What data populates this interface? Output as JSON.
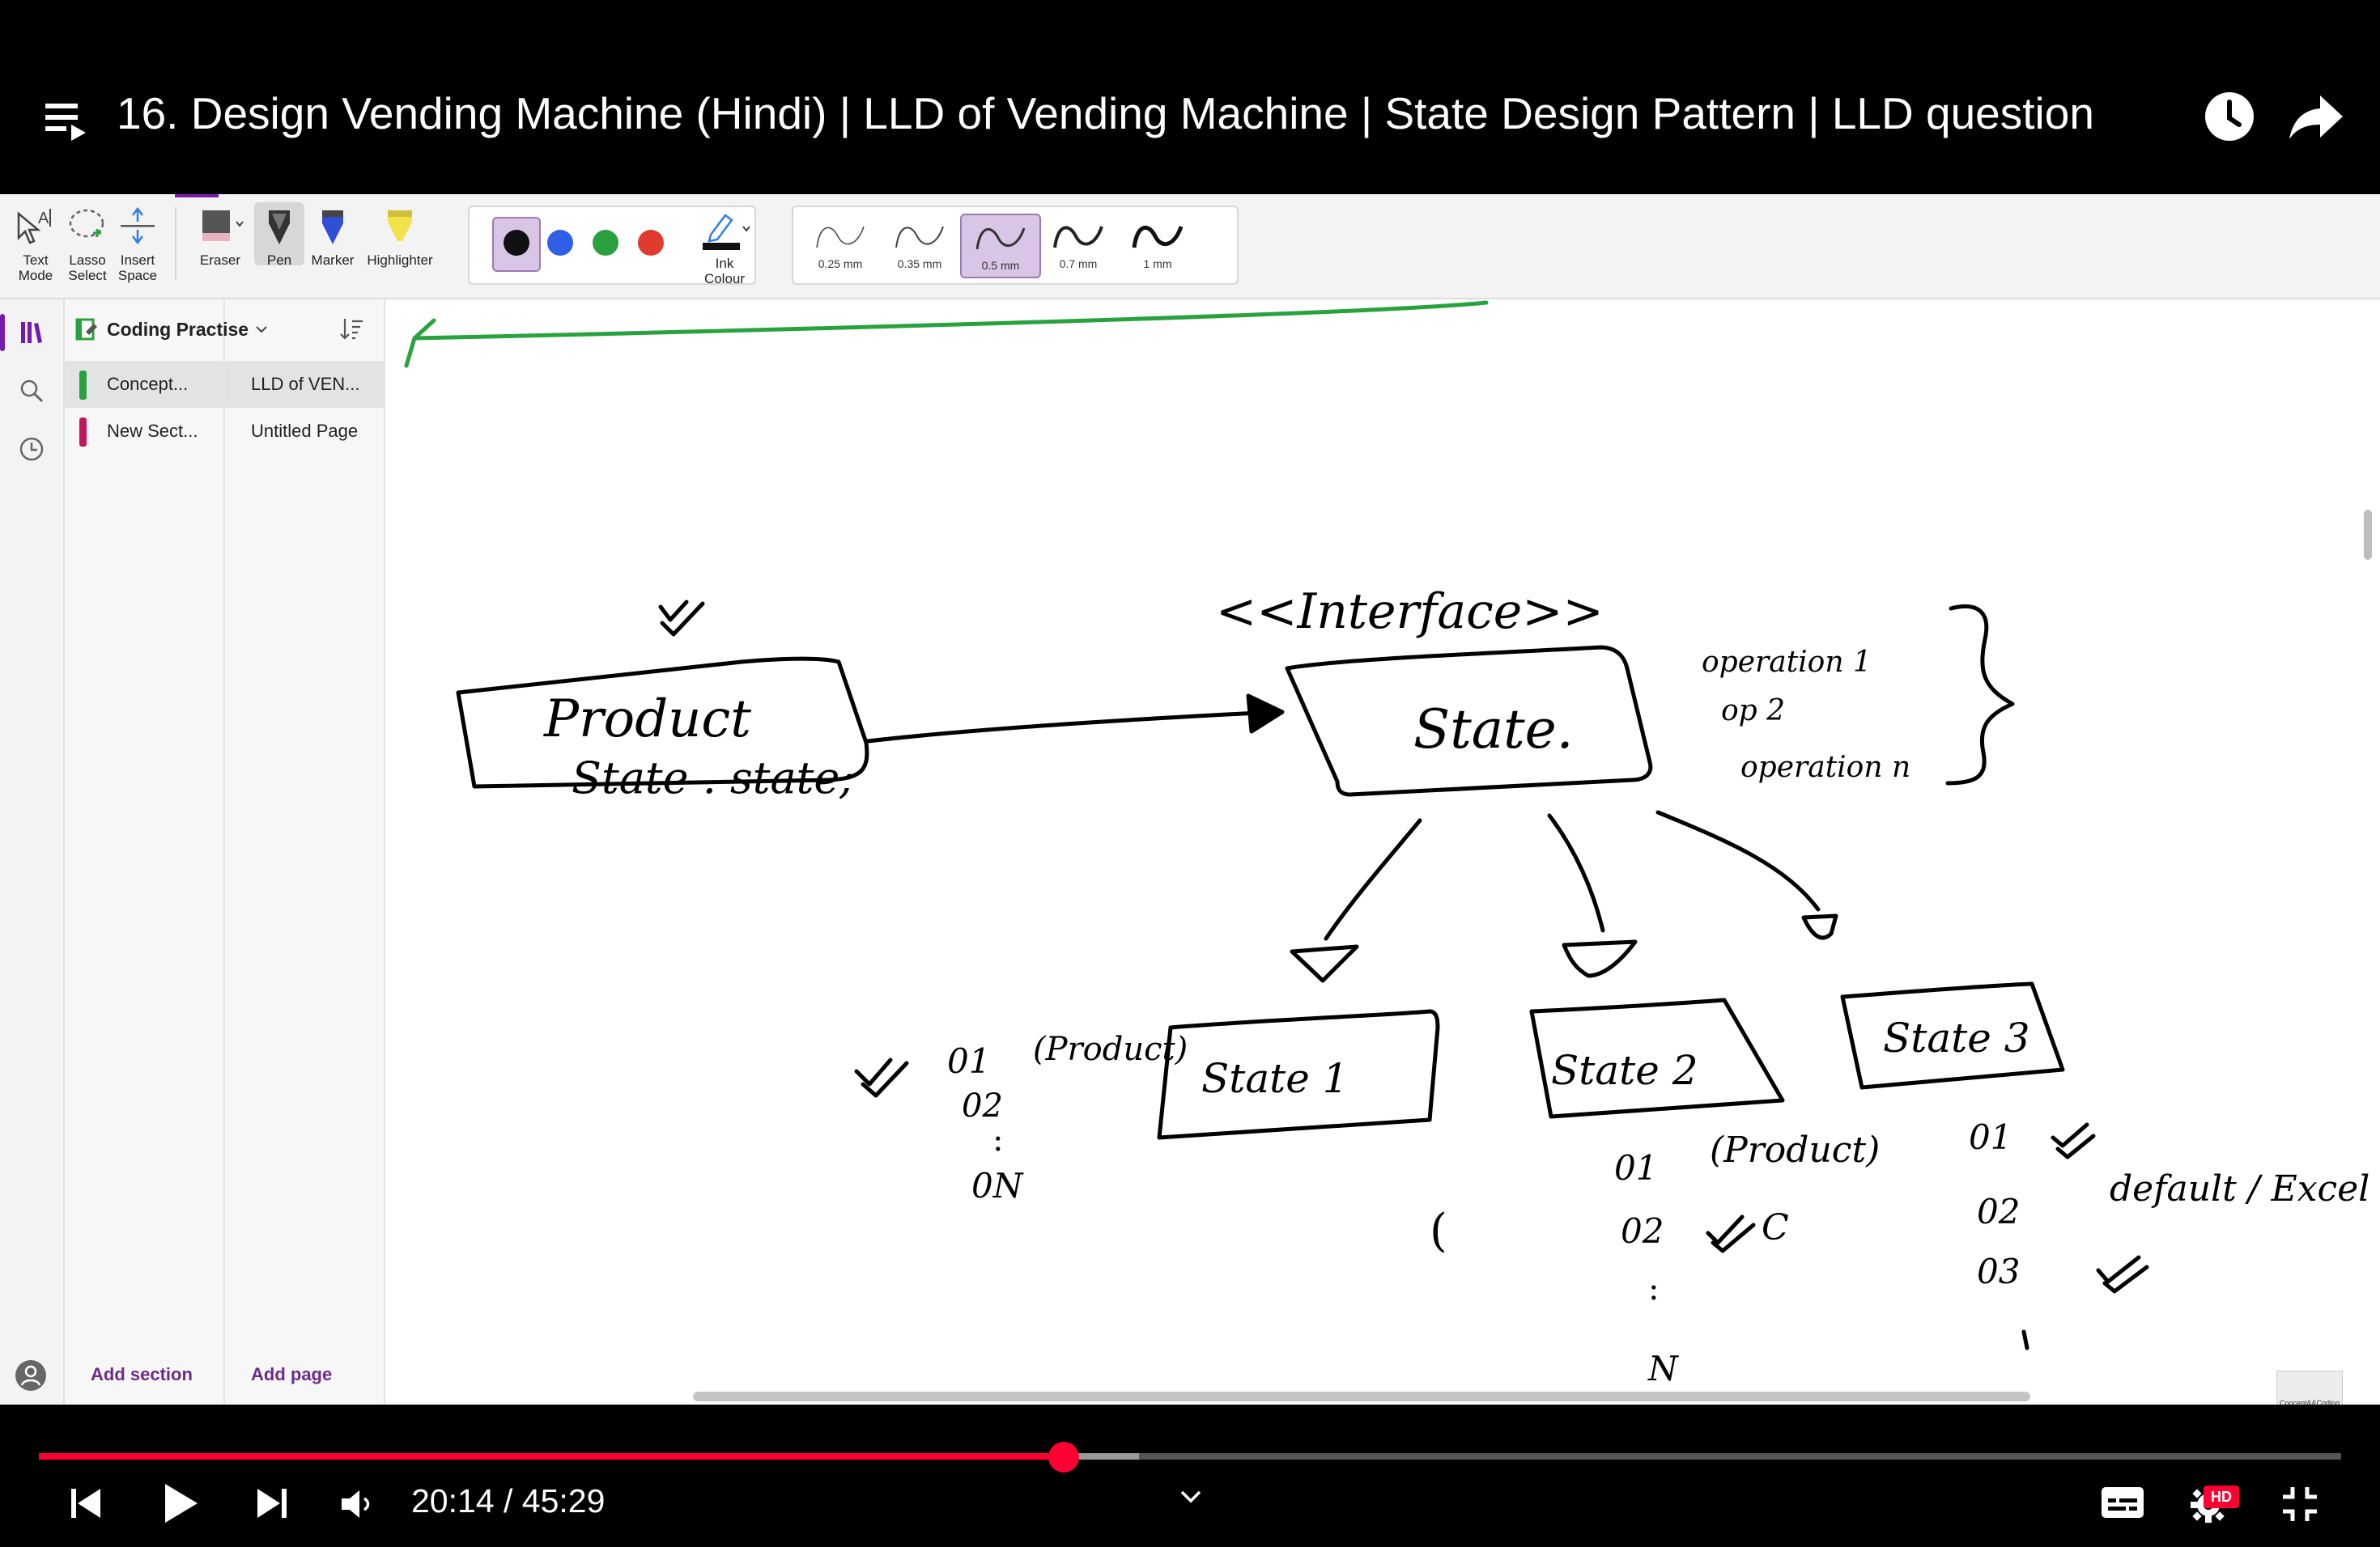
{
  "video": {
    "title": "16. Design Vending Machine (Hindi) | LLD of Vending Machine | State Design Pattern | LLD question",
    "current_time": "20:14",
    "duration": "45:29",
    "time_text": "20:14 / 45:29",
    "played_fraction": 0.445,
    "buffered_fraction": 0.478,
    "quality_badge": "HD",
    "colors": {
      "progress": "#ff0033",
      "background": "#000000"
    }
  },
  "ribbon": {
    "tools": [
      {
        "name": "text-mode",
        "label_1": "Text",
        "label_2": "Mode"
      },
      {
        "name": "lasso",
        "label_1": "Lasso",
        "label_2": "Select"
      },
      {
        "name": "insert-space",
        "label_1": "Insert",
        "label_2": "Space"
      },
      {
        "name": "eraser",
        "label_1": "Eraser"
      },
      {
        "name": "pen",
        "label_1": "Pen"
      },
      {
        "name": "marker",
        "label_1": "Marker"
      },
      {
        "name": "highlighter",
        "label_1": "Highlighter"
      }
    ],
    "colors": [
      "#111111",
      "#2f5fe6",
      "#2aa13f",
      "#e03b2e"
    ],
    "selected_color": "#111111",
    "ink_colour_label_1": "Ink",
    "ink_colour_label_2": "Colour",
    "widths": [
      "0.25 mm",
      "0.35 mm",
      "0.5 mm",
      "0.7 mm",
      "1 mm"
    ],
    "selected_width": "0.5 mm",
    "accent": "#7719aa"
  },
  "notebook": {
    "name": "Coding Practise",
    "sections": [
      {
        "label": "Concept...",
        "color": "#2aa13f",
        "selected": true
      },
      {
        "label": "New Sect...",
        "color": "#c2185b",
        "selected": false
      }
    ],
    "pages": [
      {
        "label": "LLD of VEN...",
        "selected": true
      },
      {
        "label": "Untitled Page",
        "selected": false
      }
    ],
    "add_section": "Add section",
    "add_page": "Add page"
  },
  "diagram": {
    "interface_label": "<<Interface>>",
    "context_box": {
      "line1": "Product",
      "line2": "State . state;"
    },
    "state_box": "State.",
    "state_ops": [
      "operation 1",
      "op 2",
      "operation n"
    ],
    "concrete_states": [
      "State 1",
      "State 2",
      "State 3"
    ],
    "state1_notes": [
      "01",
      "(Product)",
      "02",
      ":",
      "0N"
    ],
    "state2_notes": [
      "01",
      "(Product)",
      "02",
      "C",
      ":",
      "N"
    ],
    "state3_notes": [
      "01",
      "02",
      "03",
      "default / Excel"
    ],
    "paren_mark": "("
  },
  "channel_logo": "Concept&&Coding"
}
